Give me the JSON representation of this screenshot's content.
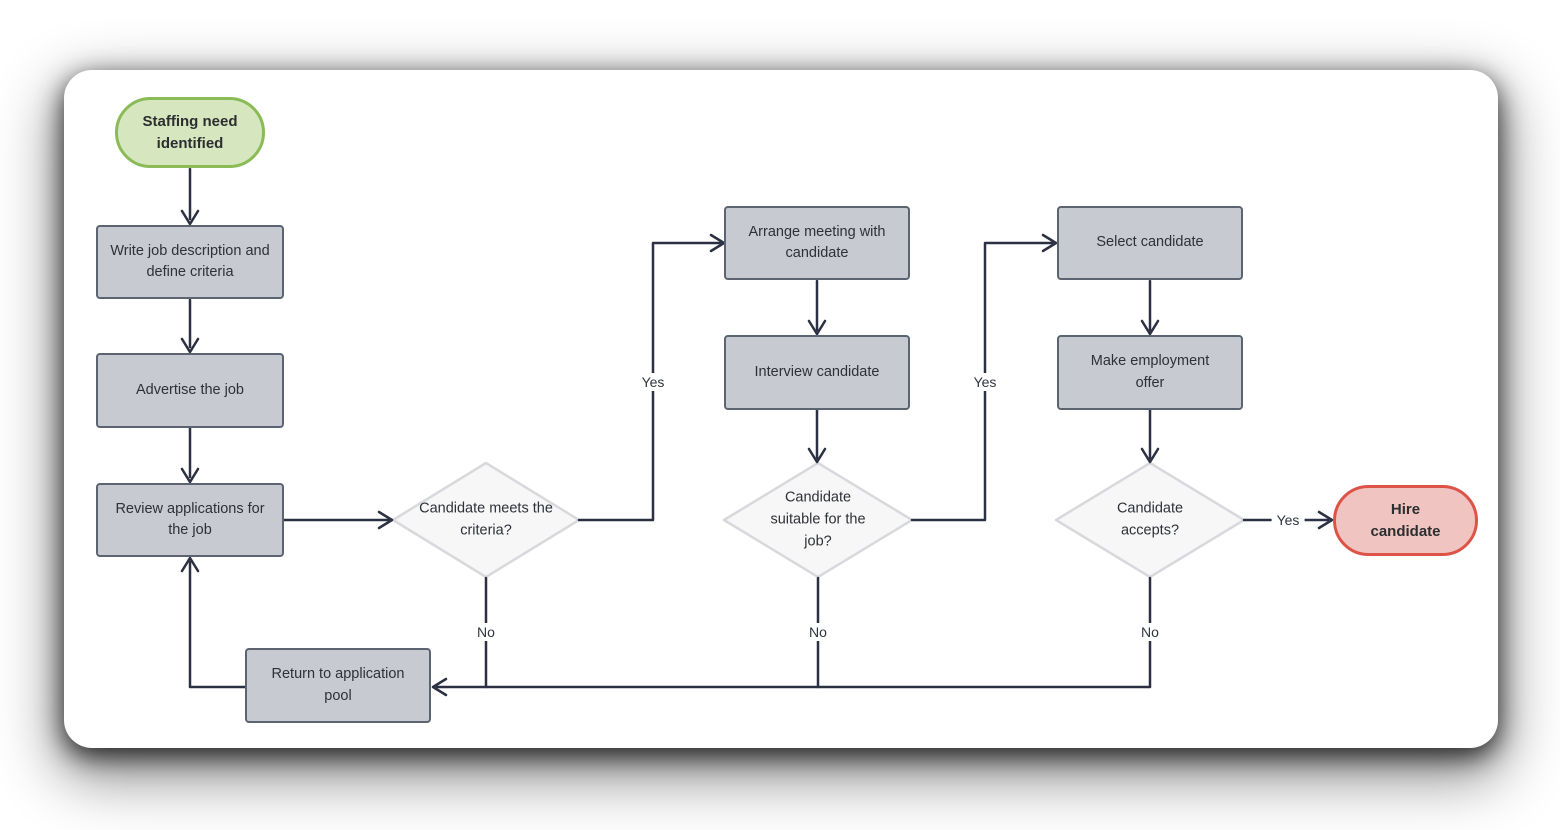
{
  "colors": {
    "process_fill": "#c7cad1",
    "process_border": "#5c6472",
    "decision_fill": "#f7f7f8",
    "decision_border": "#d8d9dd",
    "start_fill": "#d6e7c0",
    "start_border": "#8abb56",
    "end_fill": "#f0c5c1",
    "end_border": "#dd5348",
    "edge_stroke": "#2b3142",
    "canvas": "#ffffff"
  },
  "nodes": {
    "start": {
      "label": "Staffing need identified",
      "shape": "terminator"
    },
    "write_job": {
      "label": "Write job description and define criteria",
      "shape": "process"
    },
    "advertise": {
      "label": "Advertise the job",
      "shape": "process"
    },
    "review": {
      "label": "Review applications for the job",
      "shape": "process"
    },
    "meets_criteria": {
      "label": "Candidate meets the criteria?",
      "shape": "decision"
    },
    "arrange_meeting": {
      "label": "Arrange meeting with candidate",
      "shape": "process"
    },
    "interview": {
      "label": "Interview candidate",
      "shape": "process"
    },
    "suitable": {
      "label": "Candidate suitable for the job?",
      "shape": "decision"
    },
    "select_candidate": {
      "label": "Select candidate",
      "shape": "process"
    },
    "make_offer": {
      "label": "Make employment offer",
      "shape": "process"
    },
    "accepts": {
      "label": "Candidate accepts?",
      "shape": "decision"
    },
    "hire": {
      "label": "Hire candidate",
      "shape": "terminator"
    },
    "return_pool": {
      "label": "Return to application pool",
      "shape": "process"
    }
  },
  "edges": [
    {
      "from": "start",
      "to": "write_job",
      "label": ""
    },
    {
      "from": "write_job",
      "to": "advertise",
      "label": ""
    },
    {
      "from": "advertise",
      "to": "review",
      "label": ""
    },
    {
      "from": "review",
      "to": "meets_criteria",
      "label": ""
    },
    {
      "from": "meets_criteria",
      "to": "arrange_meeting",
      "label": "Yes"
    },
    {
      "from": "meets_criteria",
      "to": "return_pool",
      "label": "No"
    },
    {
      "from": "arrange_meeting",
      "to": "interview",
      "label": ""
    },
    {
      "from": "interview",
      "to": "suitable",
      "label": ""
    },
    {
      "from": "suitable",
      "to": "select_candidate",
      "label": "Yes"
    },
    {
      "from": "suitable",
      "to": "return_pool",
      "label": "No"
    },
    {
      "from": "select_candidate",
      "to": "make_offer",
      "label": ""
    },
    {
      "from": "make_offer",
      "to": "accepts",
      "label": ""
    },
    {
      "from": "accepts",
      "to": "hire",
      "label": "Yes"
    },
    {
      "from": "accepts",
      "to": "return_pool",
      "label": "No"
    },
    {
      "from": "return_pool",
      "to": "review",
      "label": ""
    }
  ]
}
